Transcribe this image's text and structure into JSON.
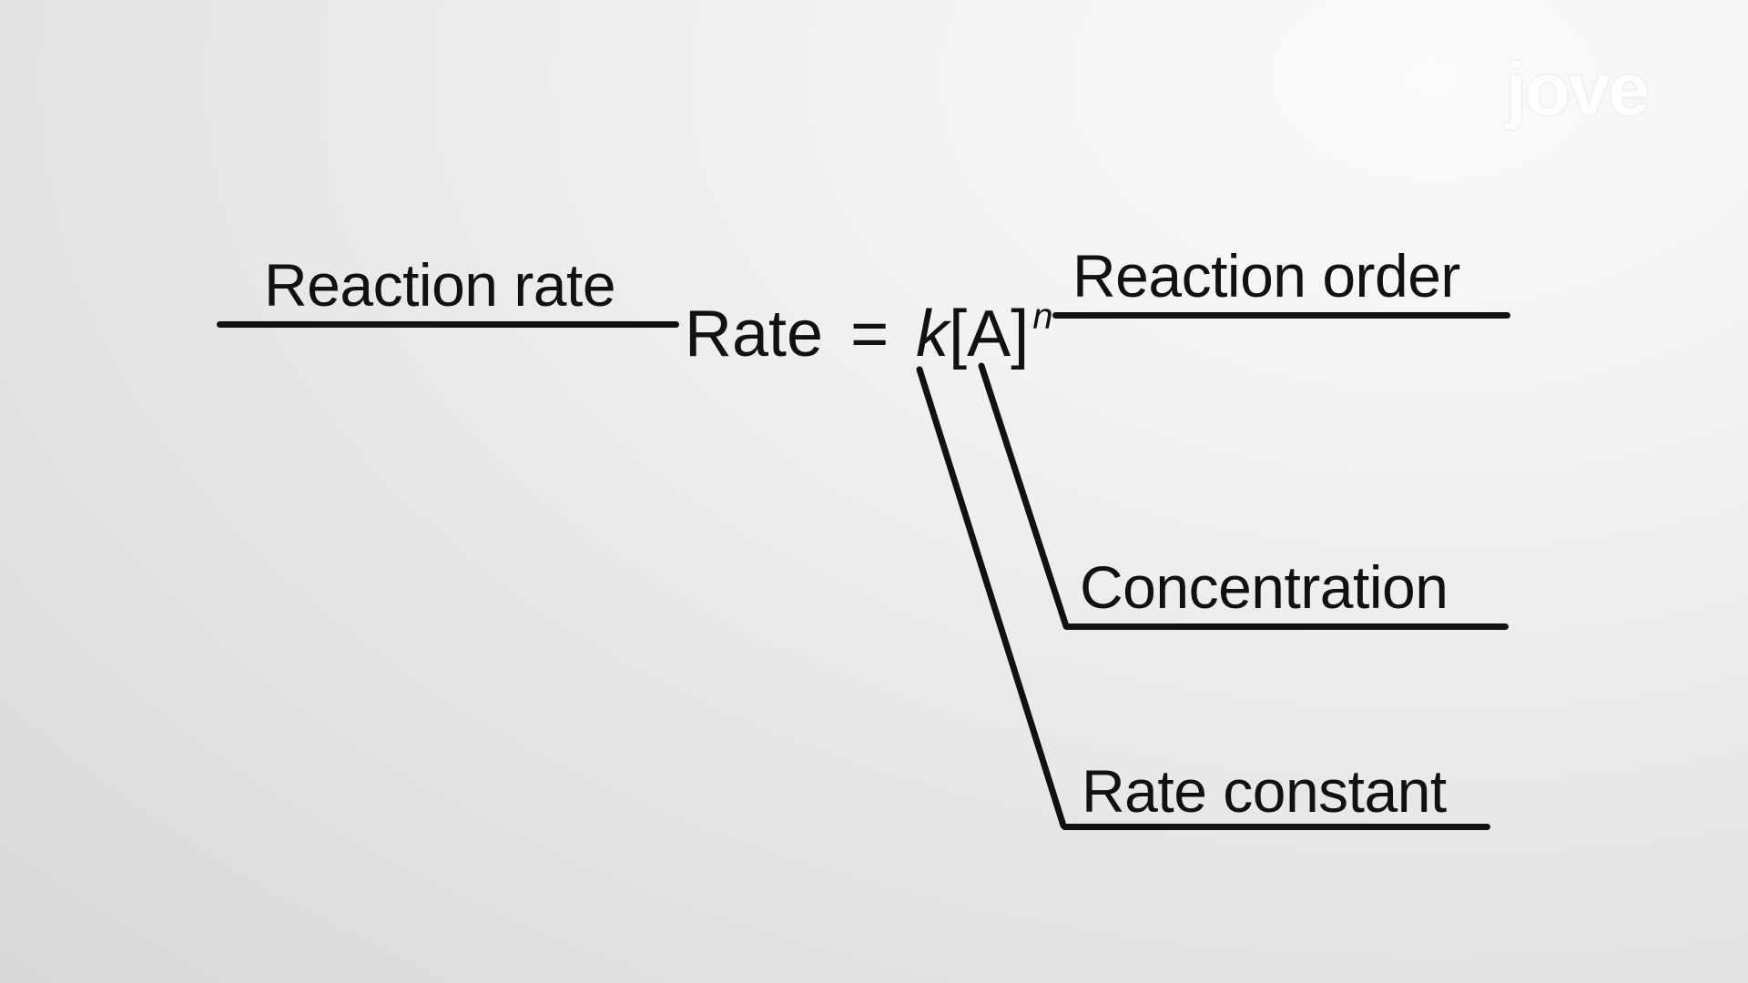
{
  "equation": {
    "lhs": "Rate",
    "equals": "=",
    "k": "k",
    "concentration": "[A]",
    "exponent": "n"
  },
  "labels": {
    "reaction_rate": "Reaction rate",
    "reaction_order": "Reaction order",
    "concentration": "Concentration",
    "rate_constant": "Rate constant"
  },
  "watermark": {
    "text": "jove"
  },
  "colors": {
    "ink": "#111111",
    "watermark": "#ffffff"
  }
}
